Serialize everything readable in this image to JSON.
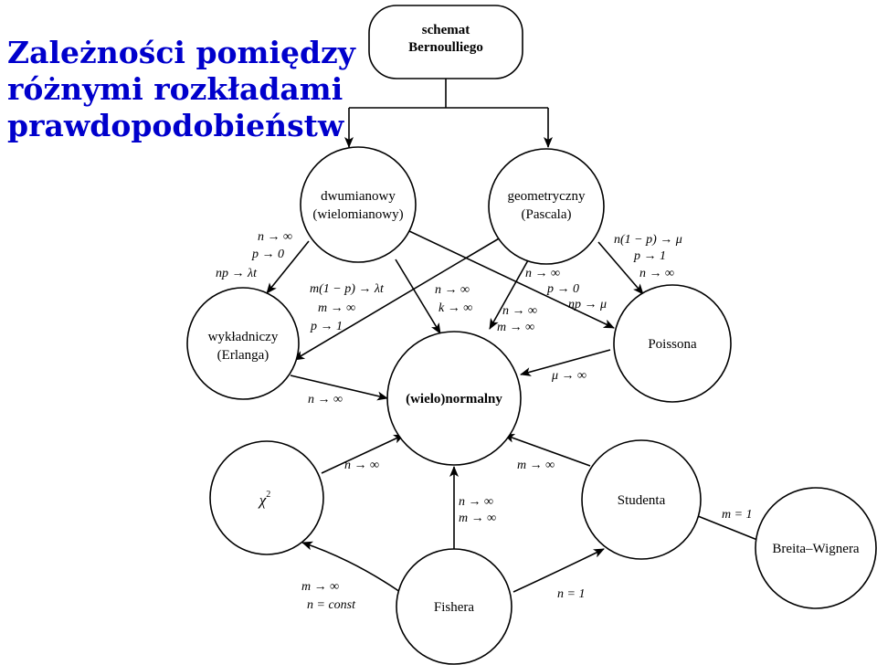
{
  "title": {
    "lines": [
      "Zależności pomiędzy",
      "różnymi rozkładami",
      "prawdopodobieństw"
    ],
    "color": "#0000cc"
  },
  "nodes": {
    "bernoulli": {
      "line1": "schemat",
      "line2": "Bernoulliego"
    },
    "dwumianowy": {
      "line1": "dwumianowy",
      "line2": "(wielomianowy)"
    },
    "geometryczny": {
      "line1": "geometryczny",
      "line2": "(Pascala)"
    },
    "wykladniczy": {
      "line1": "wykładniczy",
      "line2": "(Erlanga)"
    },
    "normalny": {
      "line1": "(wielo)normalny"
    },
    "poissona": {
      "line1": "Poissona"
    },
    "chi2": {
      "line1": "χ",
      "sup": "2"
    },
    "studenta": {
      "line1": "Studenta"
    },
    "breit": {
      "line1": "Breita–Wignera"
    },
    "fishera": {
      "line1": "Fishera"
    }
  },
  "edge_labels": {
    "dwu_wyk": [
      "n → ∞",
      "p → 0",
      "np → λt"
    ],
    "geo_wyk": [
      "m(1 − p) → λt",
      "m → ∞",
      "p → 1"
    ],
    "dwu_norm": [
      "n → ∞",
      "k → ∞"
    ],
    "dwu_pois": [
      "n → ∞",
      "p → 0",
      "np → μ"
    ],
    "geo_norm": [
      "n → ∞",
      "m → ∞"
    ],
    "geo_pois": [
      "n(1 − p) → μ",
      "p → 1",
      "n → ∞"
    ],
    "wyk_norm": [
      "n → ∞"
    ],
    "pois_norm": [
      "μ → ∞"
    ],
    "chi_norm": [
      "n → ∞"
    ],
    "stud_norm": [
      "m → ∞"
    ],
    "fish_norm": [
      "n → ∞",
      "m → ∞"
    ],
    "stud_breit": [
      "m = 1"
    ],
    "fish_chi": [
      "m → ∞",
      "n = const"
    ],
    "fish_stud": [
      "n = 1"
    ]
  }
}
